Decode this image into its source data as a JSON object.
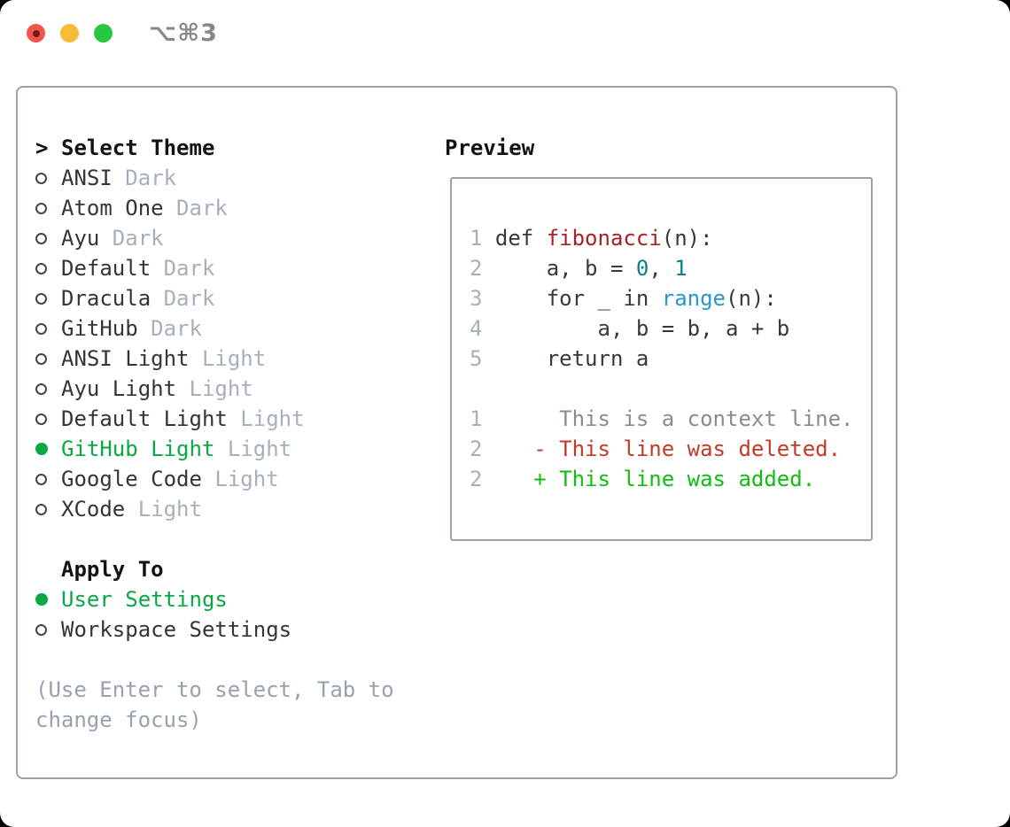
{
  "window": {
    "shortcut_hint": "⌥⌘3"
  },
  "theme_panel": {
    "title": "Select Theme",
    "cursor_marker": ">",
    "items": [
      {
        "label": "ANSI",
        "variant": "Dark",
        "selected": false
      },
      {
        "label": "Atom One",
        "variant": "Dark",
        "selected": false
      },
      {
        "label": "Ayu",
        "variant": "Dark",
        "selected": false
      },
      {
        "label": "Default",
        "variant": "Dark",
        "selected": false
      },
      {
        "label": "Dracula",
        "variant": "Dark",
        "selected": false
      },
      {
        "label": "GitHub",
        "variant": "Dark",
        "selected": false
      },
      {
        "label": "ANSI Light",
        "variant": "Light",
        "selected": false
      },
      {
        "label": "Ayu Light",
        "variant": "Light",
        "selected": false
      },
      {
        "label": "Default Light",
        "variant": "Light",
        "selected": false
      },
      {
        "label": "GitHub Light",
        "variant": "Light",
        "selected": true
      },
      {
        "label": "Google Code",
        "variant": "Light",
        "selected": false
      },
      {
        "label": "XCode",
        "variant": "Light",
        "selected": false
      }
    ],
    "apply_to": {
      "title": "Apply To",
      "options": [
        {
          "label": "User Settings",
          "selected": true
        },
        {
          "label": "Workspace Settings",
          "selected": false
        }
      ]
    },
    "hint": "(Use Enter to select, Tab to change focus)"
  },
  "preview": {
    "title": "Preview",
    "lines": [
      [
        {
          "t": "1 ",
          "c": "ln"
        },
        {
          "t": "def ",
          "c": "fg"
        },
        {
          "t": "fibonacci",
          "c": "fn"
        },
        {
          "t": "(n):",
          "c": "fg"
        }
      ],
      [
        {
          "t": "2 ",
          "c": "ln"
        },
        {
          "t": "    a, b = ",
          "c": "fg"
        },
        {
          "t": "0",
          "c": "nm"
        },
        {
          "t": ", ",
          "c": "fg"
        },
        {
          "t": "1",
          "c": "nm"
        }
      ],
      [
        {
          "t": "3 ",
          "c": "ln"
        },
        {
          "t": "    for _ in ",
          "c": "fg"
        },
        {
          "t": "range",
          "c": "bi"
        },
        {
          "t": "(n):",
          "c": "fg"
        }
      ],
      [
        {
          "t": "4 ",
          "c": "ln"
        },
        {
          "t": "        a, b = b, a + b",
          "c": "fg"
        }
      ],
      [
        {
          "t": "5 ",
          "c": "ln"
        },
        {
          "t": "    return a",
          "c": "fg"
        }
      ],
      [],
      [
        {
          "t": "1 ",
          "c": "ln"
        },
        {
          "t": "     This is a context line.",
          "c": "ctx"
        }
      ],
      [
        {
          "t": "2 ",
          "c": "ln"
        },
        {
          "t": "   - This line was deleted.",
          "c": "del"
        }
      ],
      [
        {
          "t": "2 ",
          "c": "ln"
        },
        {
          "t": "   + This line was added.",
          "c": "add"
        }
      ]
    ]
  },
  "colors": {
    "accent_green": "#0aa845",
    "added_green": "#10bd10",
    "deleted_red": "#c23a28",
    "function_red": "#a72126",
    "number_teal": "#0c7f87",
    "builtin_blue": "#2a97cb",
    "muted_gray": "#a6b0bd",
    "context_gray": "#878d94",
    "text_dark": "#30363c",
    "border_gray": "#9aa3ad",
    "traffic_red": "#f4544e",
    "traffic_yellow": "#f9bb37",
    "traffic_green": "#27c840"
  }
}
